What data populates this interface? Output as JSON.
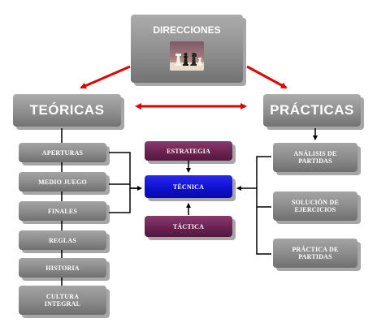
{
  "title": "DIRECCIONES",
  "left_header": "TEÓRICAS",
  "right_header": "PRÁCTICAS",
  "left_items": [
    "APERTURAS",
    "MEDIO JUEGO",
    "FINALES",
    "REGLAS",
    "HISTORIA",
    "CULTURA INTEGRAL"
  ],
  "center_items": {
    "strategy": "ESTRATEGIA",
    "technique": "TÉCNICA",
    "tactics": "TÁCTICA"
  },
  "right_items": [
    "ANÁLISIS DE PARTIDAS",
    "SOLUCIÓN DE EJERCICIOS",
    "PRÁCTICA DE PARTIDAS"
  ],
  "colors": {
    "gray": "#8a8a8a",
    "purple": "#6b2252",
    "blue": "#1010d0",
    "arrow_red": "#e00000",
    "line": "#000000"
  },
  "illustration": "chess-pieces-image"
}
